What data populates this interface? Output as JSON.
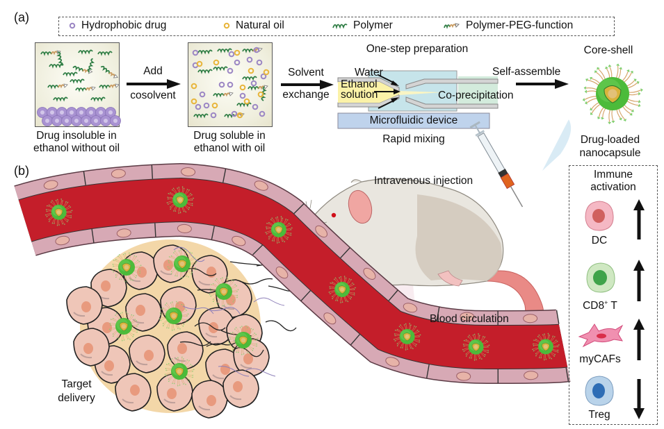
{
  "panels": {
    "a": {
      "label": "(a)",
      "legend": [
        {
          "icon": "hydrophobic-drug-icon",
          "label": "Hydrophobic drug",
          "color": "#9b86c4"
        },
        {
          "icon": "natural-oil-icon",
          "label": "Natural oil",
          "color": "#e8b53a"
        },
        {
          "icon": "polymer-icon",
          "label": "Polymer",
          "color": "#2e7d44"
        },
        {
          "icon": "polymer-peg-function-icon",
          "label": "Polymer-PEG-function",
          "color": "#c89a5e"
        }
      ],
      "step1": {
        "caption_line1": "Drug insoluble in",
        "caption_line2": "ethanol without oil"
      },
      "arrow1": {
        "line1": "Add",
        "line2": "cosolvent"
      },
      "step2": {
        "caption_line1": "Drug soluble in",
        "caption_line2": "ethanol with oil"
      },
      "arrow2": {
        "line1": "Solvent",
        "line2": "exchange"
      },
      "device": {
        "title": "One-step preparation",
        "water_label": "Water",
        "ethanol_line1": "Ethanol",
        "ethanol_line2": "solution",
        "coprecipitation_label": "Co-precipitation",
        "device_label": "Microfluidic device",
        "caption": "Rapid mixing"
      },
      "arrow3": {
        "label": "Self-assemble"
      },
      "product": {
        "title": "Core-shell",
        "caption_line1": "Drug-loaded",
        "caption_line2": "nanocapsule"
      }
    },
    "b": {
      "label": "(b)",
      "injection_label": "Intravenous injection",
      "circulation_label": "Blood circulation",
      "target_line1": "Target",
      "target_line2": "delivery",
      "immune": {
        "title_line1": "Immune",
        "title_line2": "activation",
        "cells": [
          {
            "name": "DC",
            "label": "DC",
            "direction": "up",
            "fill": "#f5b8c4",
            "nucleus": "#d0605e"
          },
          {
            "name": "CD8-T",
            "label": "CD8",
            "superscript": "+",
            "suffix": " T",
            "direction": "up",
            "fill": "#cfe8c2",
            "nucleus": "#3fa34a"
          },
          {
            "name": "myCAFs",
            "label": "myCAFs",
            "direction": "up",
            "fill": "#f090b0",
            "nucleus": "#d92e4a"
          },
          {
            "name": "Treg",
            "label": "Treg",
            "direction": "down",
            "fill": "#b9d3ea",
            "nucleus": "#2e6db5"
          }
        ]
      }
    }
  },
  "colors": {
    "blood": "#c41e2a",
    "vessel_wall": "#d7a9b5",
    "nanocapsule_shell": "#4cbb3a",
    "nanocapsule_core": "#d9b33c",
    "tumor_cell": "#efc6b8",
    "mouse_body": "#e9e6df",
    "microfluidic": "#bfd3ec"
  }
}
